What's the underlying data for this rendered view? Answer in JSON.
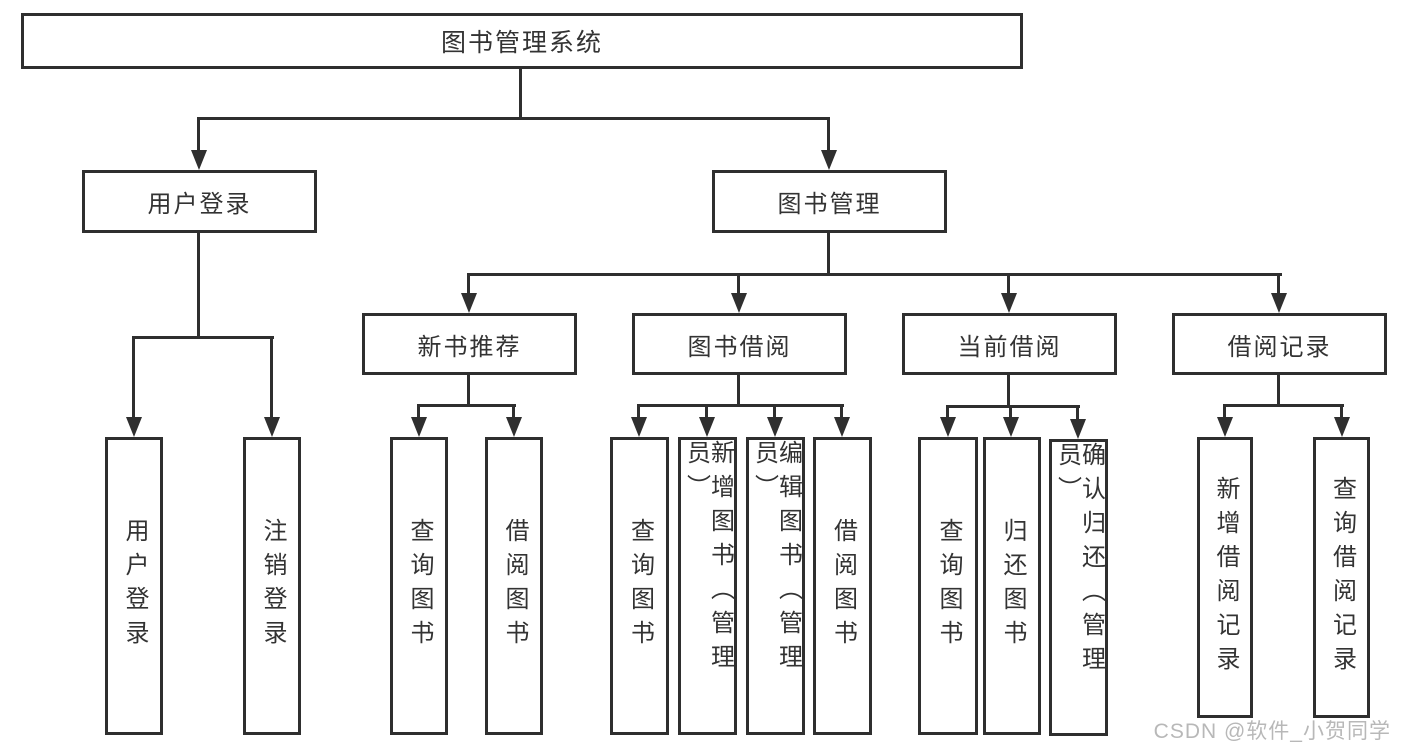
{
  "diagram": {
    "root": {
      "label": "图书管理系统"
    },
    "level2": [
      {
        "label": "用户登录"
      },
      {
        "label": "图书管理"
      }
    ],
    "level3": [
      {
        "label": "新书推荐"
      },
      {
        "label": "图书借阅"
      },
      {
        "label": "当前借阅"
      },
      {
        "label": "借阅记录"
      }
    ],
    "leaves": {
      "user": [
        "用户登录",
        "注销登录"
      ],
      "recommend": [
        "查询图书",
        "借阅图书"
      ],
      "borrow": [
        "查询图书",
        "新增图书（管理员）",
        "编辑图书（管理员）",
        "借阅图书"
      ],
      "current": [
        "查询图书",
        "归还图书",
        "确认归还（管理员）"
      ],
      "records": [
        "新增借阅记录",
        "查询借阅记录"
      ]
    }
  },
  "watermark": {
    "text": "CSDN @软件_小贺同学"
  },
  "colors": {
    "line": "#2f2f2f",
    "text": "#333333",
    "watermark": "#b8b8b8",
    "background": "#ffffff"
  }
}
